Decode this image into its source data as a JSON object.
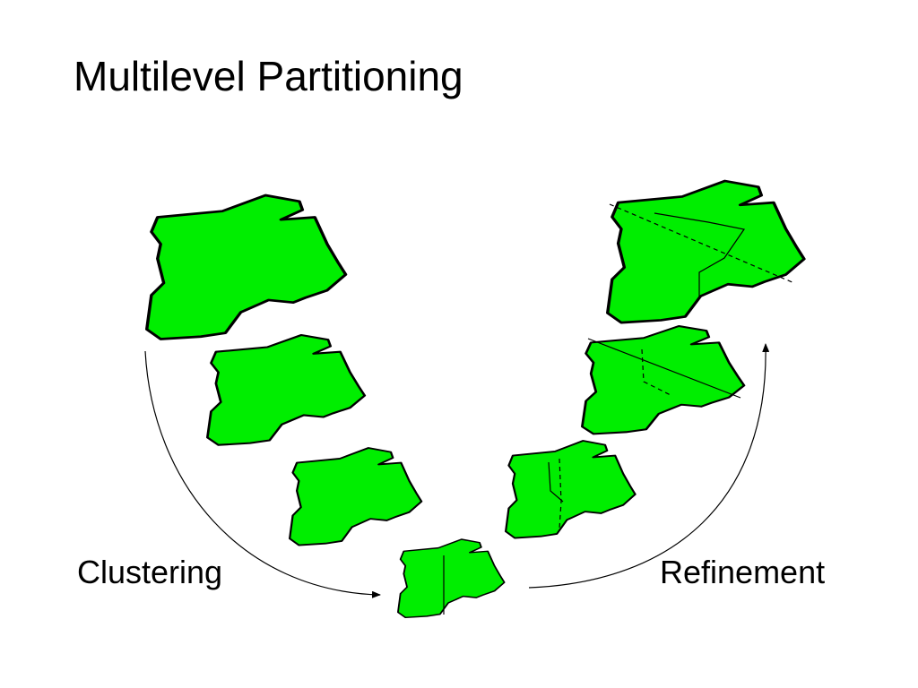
{
  "slide": {
    "title": "Multilevel Partitioning",
    "left_label": "Clustering",
    "right_label": "Refinement"
  },
  "colors": {
    "blob_fill": "#00ee00",
    "outline": "#000000",
    "background": "#ffffff"
  },
  "icons": {
    "left_arrow": "arrow-right-icon",
    "right_arrow": "arrow-up-icon"
  }
}
